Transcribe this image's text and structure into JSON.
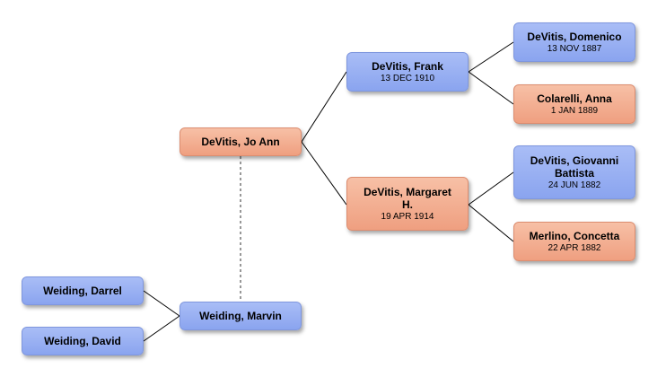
{
  "colors": {
    "male_fill": "#8aa4ef",
    "female_fill": "#ef9f80",
    "line": "#000000",
    "spouse_line": "#777777"
  },
  "people": {
    "jo_ann": {
      "name": "DeVitis, Jo Ann",
      "date": "",
      "gender": "female"
    },
    "frank": {
      "name": "DeVitis, Frank",
      "date": "13 DEC 1910",
      "gender": "male"
    },
    "margaret": {
      "name": "DeVitis, Margaret H.",
      "date": "19 APR 1914",
      "gender": "female"
    },
    "domenico": {
      "name": "DeVitis, Domenico",
      "date": "13 NOV 1887",
      "gender": "male"
    },
    "anna": {
      "name": "Colarelli, Anna",
      "date": "1 JAN 1889",
      "gender": "female"
    },
    "giovanni": {
      "name": "DeVitis, Giovanni Battista",
      "date": "24 JUN 1882",
      "gender": "male"
    },
    "concetta": {
      "name": "Merlino, Concetta",
      "date": "22 APR 1882",
      "gender": "female"
    },
    "marvin": {
      "name": "Weiding, Marvin",
      "date": "",
      "gender": "male"
    },
    "darrel": {
      "name": "Weiding, Darrel",
      "date": "",
      "gender": "male"
    },
    "david": {
      "name": "Weiding, David",
      "date": "",
      "gender": "male"
    }
  }
}
